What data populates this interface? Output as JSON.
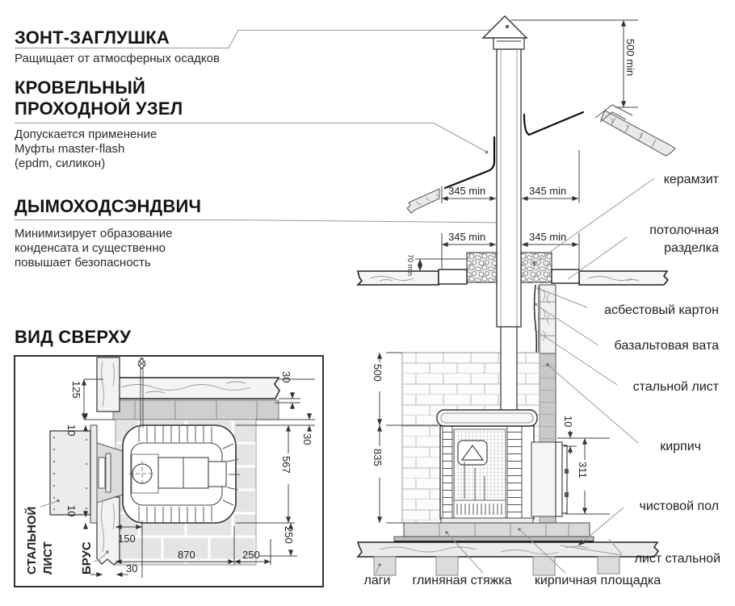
{
  "sections": {
    "zont": {
      "title": "ЗОНТ-ЗАГЛУШКА",
      "desc": "Ращищает от атмосферных осадков"
    },
    "uzel": {
      "title1": "КРОВЕЛЬНЫЙ",
      "title2": "ПРОХОДНОЙ УЗЕЛ",
      "desc1": "Допускается применение",
      "desc2": "Муфты master-flash",
      "desc3": "(epdm, силикон)"
    },
    "sandwich": {
      "title": "ДЫМОХОДСЭНДВИЧ",
      "desc1": "Минимизирует образование",
      "desc2": "конденсата и существенно",
      "desc3": "повышает безопасность"
    },
    "topview": {
      "title": "ВИД СВЕРХУ"
    }
  },
  "callouts": {
    "keramzit": "керамзит",
    "potolochnaya1": "потолочная",
    "potolochnaya2": "разделка",
    "asbest": "асбестовый картон",
    "bazalt": "базальтовая вата",
    "stal_list": "стальной лист",
    "kirpich": "кирпич",
    "chist_pol": "чистовой пол",
    "list_stal": "лист стальной",
    "lagi": "лаги",
    "glina": "глиняная стяжка",
    "kirp_plosh": "кирпичная площадка",
    "tv_stal1": "СТАЛЬНОЙ",
    "tv_stal2": "ЛИСТ",
    "tv_brus": "БРУС"
  },
  "dims": {
    "min500": "500 min",
    "min345": "345 min",
    "min70": "70 min",
    "v500": "500",
    "v835": "835",
    "v311": "311",
    "v10": "10",
    "v125": "125",
    "v150": "150",
    "v870": "870",
    "v250": "250",
    "v30": "30",
    "v567": "567"
  },
  "colors": {
    "line": "#333333",
    "leader": "#999999",
    "flashing": "#111111",
    "brick_light": "#fdfdfd",
    "brick_gray": "#c9c9c9",
    "tile": "#e4e4e4",
    "platform": "#d9d9d9",
    "screed": "#bfbfbf",
    "wood": "#f2f2f2"
  }
}
